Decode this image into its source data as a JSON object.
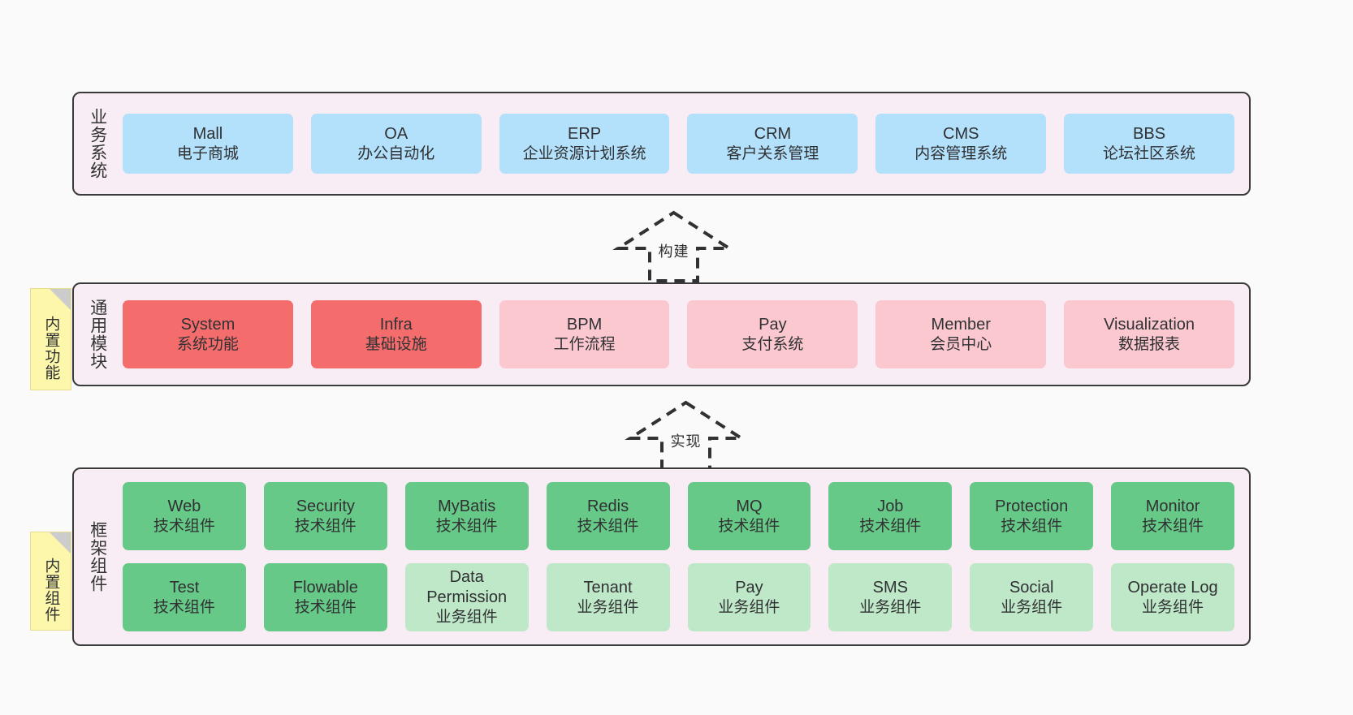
{
  "diagram": {
    "background_color": "#fafafa",
    "panel_color": "#f8edf5",
    "sticky_color": "#fcf7ab"
  },
  "layers": [
    {
      "id": "business",
      "title": "业务系统",
      "rows": [
        {
          "cards": [
            {
              "title": "Mall",
              "sub": "电子商城",
              "style": "c-blue"
            },
            {
              "title": "OA",
              "sub": "办公自动化",
              "style": "c-blue"
            },
            {
              "title": "ERP",
              "sub": "企业资源计划系统",
              "style": "c-blue"
            },
            {
              "title": "CRM",
              "sub": "客户关系管理",
              "style": "c-blue"
            },
            {
              "title": "CMS",
              "sub": "内容管理系统",
              "style": "c-blue"
            },
            {
              "title": "BBS",
              "sub": "论坛社区系统",
              "style": "c-blue"
            }
          ]
        }
      ]
    },
    {
      "id": "modules",
      "title": "通用模块",
      "rows": [
        {
          "cards": [
            {
              "title": "System",
              "sub": "系统功能",
              "style": "c-red"
            },
            {
              "title": "Infra",
              "sub": "基础设施",
              "style": "c-red"
            },
            {
              "title": "BPM",
              "sub": "工作流程",
              "style": "c-pink"
            },
            {
              "title": "Pay",
              "sub": "支付系统",
              "style": "c-pink"
            },
            {
              "title": "Member",
              "sub": "会员中心",
              "style": "c-pink"
            },
            {
              "title": "Visualization",
              "sub": "数据报表",
              "style": "c-pink"
            }
          ]
        }
      ]
    },
    {
      "id": "framework",
      "title": "框架组件",
      "rows": [
        {
          "cards": [
            {
              "title": "Web",
              "sub": "技术组件",
              "style": "c-green"
            },
            {
              "title": "Security",
              "sub": "技术组件",
              "style": "c-green"
            },
            {
              "title": "MyBatis",
              "sub": "技术组件",
              "style": "c-green"
            },
            {
              "title": "Redis",
              "sub": "技术组件",
              "style": "c-green"
            },
            {
              "title": "MQ",
              "sub": "技术组件",
              "style": "c-green"
            },
            {
              "title": "Job",
              "sub": "技术组件",
              "style": "c-green"
            },
            {
              "title": "Protection",
              "sub": "技术组件",
              "style": "c-green"
            },
            {
              "title": "Monitor",
              "sub": "技术组件",
              "style": "c-green"
            }
          ]
        },
        {
          "cards": [
            {
              "title": "Test",
              "sub": "技术组件",
              "style": "c-green"
            },
            {
              "title": "Flowable",
              "sub": "技术组件",
              "style": "c-green"
            },
            {
              "title": "Data Permission",
              "sub": "业务组件",
              "style": "c-lightgreen"
            },
            {
              "title": "Tenant",
              "sub": "业务组件",
              "style": "c-lightgreen"
            },
            {
              "title": "Pay",
              "sub": "业务组件",
              "style": "c-lightgreen"
            },
            {
              "title": "SMS",
              "sub": "业务组件",
              "style": "c-lightgreen"
            },
            {
              "title": "Social",
              "sub": "业务组件",
              "style": "c-lightgreen"
            },
            {
              "title": "Operate Log",
              "sub": "业务组件",
              "style": "c-lightgreen"
            }
          ]
        }
      ]
    }
  ],
  "sticky_notes": [
    {
      "id": "builtin-function",
      "label": "内置功能"
    },
    {
      "id": "builtin-component",
      "label": "内置组件"
    }
  ],
  "arrows": [
    {
      "id": "build",
      "label": "构建"
    },
    {
      "id": "impl",
      "label": "实现"
    }
  ]
}
